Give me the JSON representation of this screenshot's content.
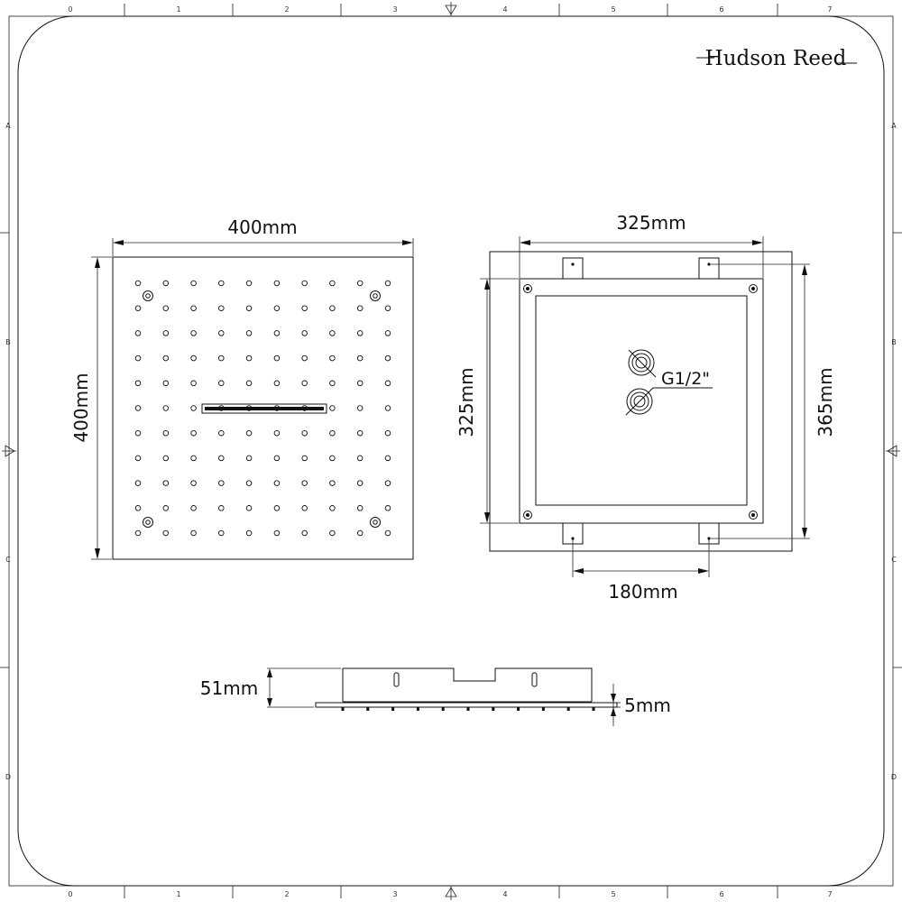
{
  "brand": {
    "name": "Hudson Reed"
  },
  "frame": {
    "columns": [
      "0",
      "1",
      "2",
      "3",
      "4",
      "5",
      "6",
      "7"
    ],
    "rows": [
      "A",
      "B",
      "C",
      "D"
    ]
  },
  "front_view": {
    "width_label": "400mm",
    "height_label": "400mm",
    "nozzle_columns": 10,
    "nozzle_rows": 11
  },
  "back_view": {
    "width_label": "325mm",
    "height_label": "325mm",
    "outer_height_label": "365mm",
    "bracket_spacing_label": "180mm",
    "inlet_label": "G1/2\""
  },
  "side_view": {
    "height_label": "51mm",
    "plate_thickness_label": "5mm"
  }
}
